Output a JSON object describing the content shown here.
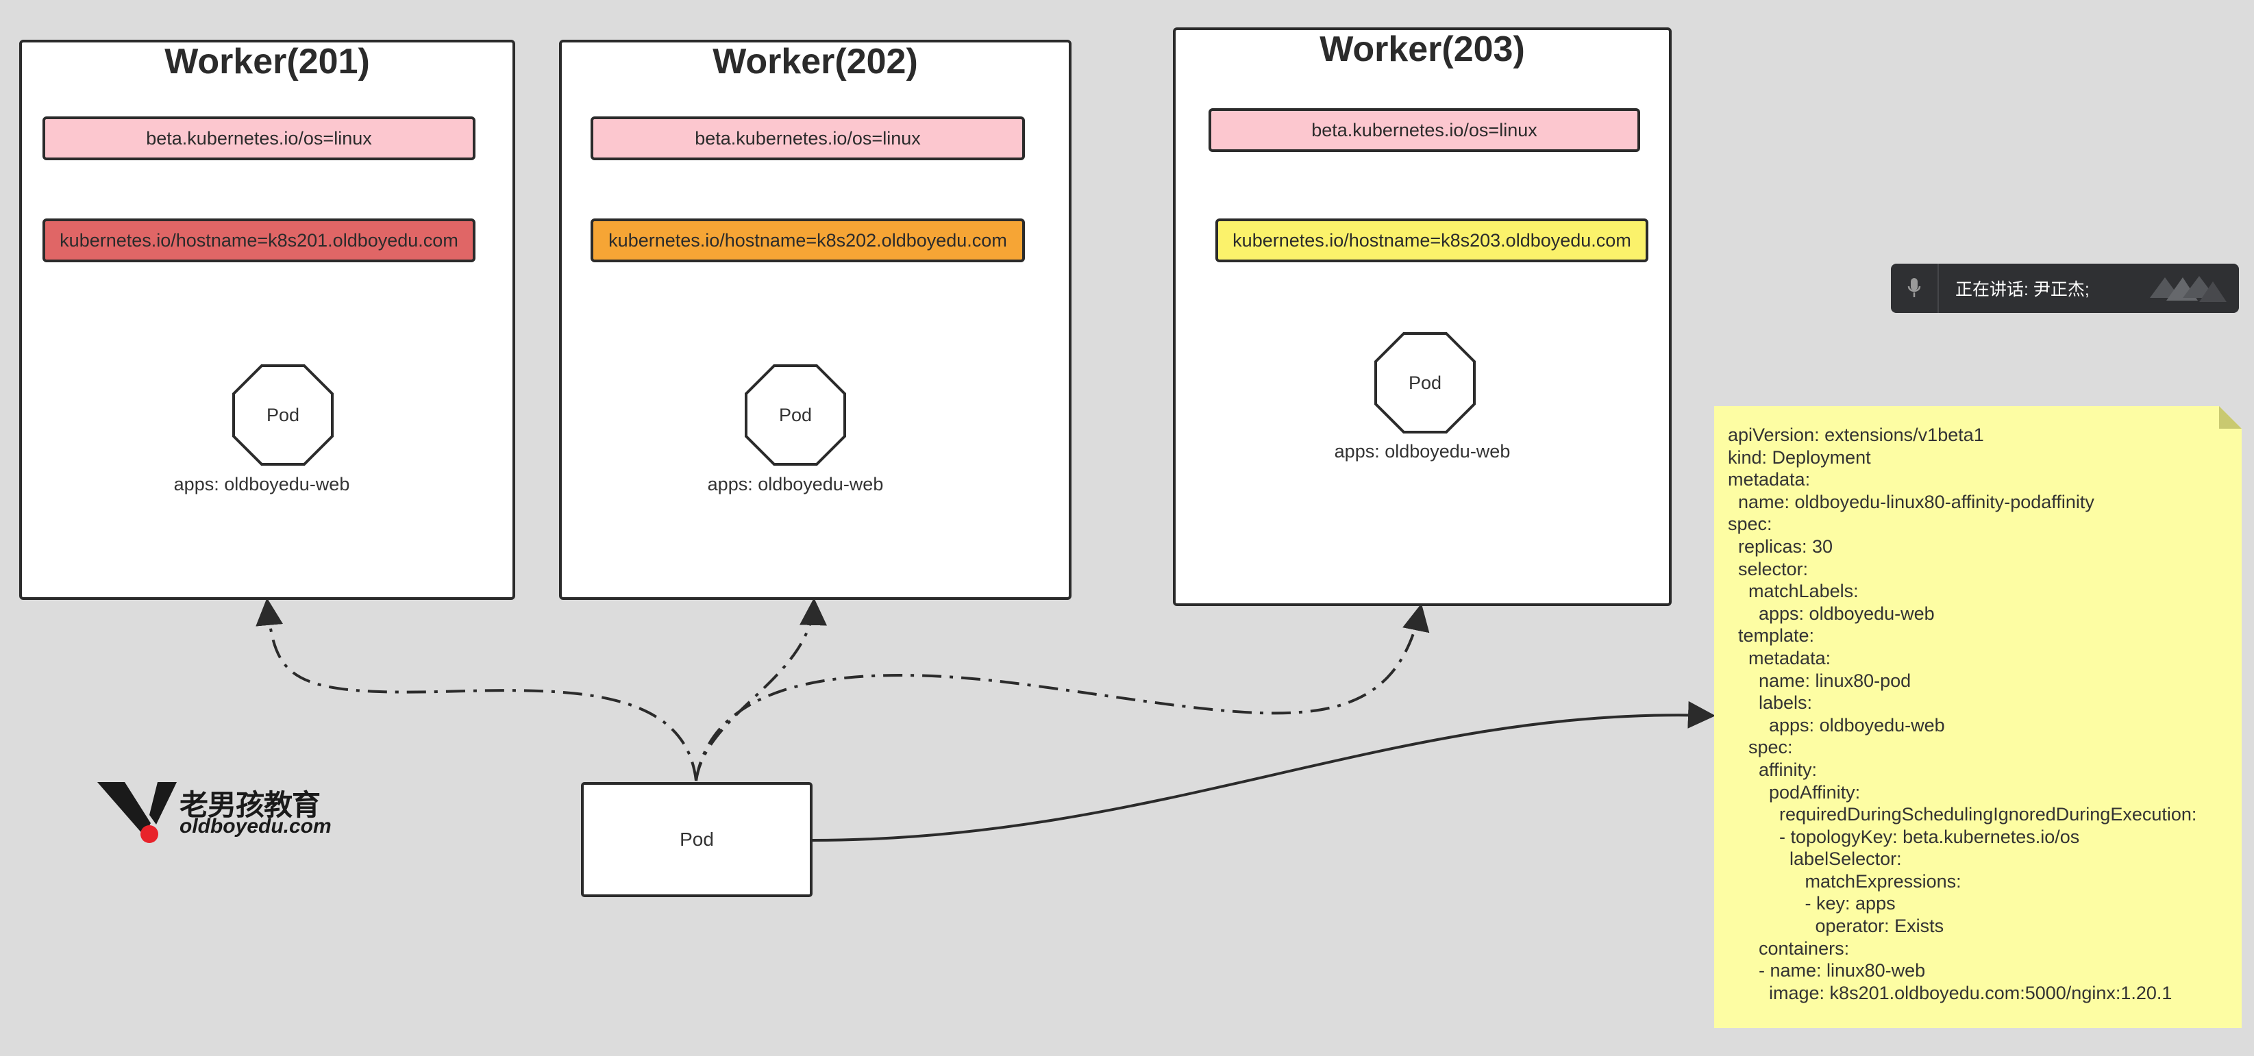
{
  "workers": [
    {
      "title": "Worker(201)",
      "os_label": "beta.kubernetes.io/os=linux",
      "hostname_label": "kubernetes.io/hostname=k8s201.oldboyedu.com",
      "hostname_color": "#e06666",
      "pod_label": "Pod",
      "pod_caption": "apps: oldboyedu-web"
    },
    {
      "title": "Worker(202)",
      "os_label": "beta.kubernetes.io/os=linux",
      "hostname_label": "kubernetes.io/hostname=k8s202.oldboyedu.com",
      "hostname_color": "#f6a535",
      "pod_label": "Pod",
      "pod_caption": "apps: oldboyedu-web"
    },
    {
      "title": "Worker(203)",
      "os_label": "beta.kubernetes.io/os=linux",
      "hostname_label": "kubernetes.io/hostname=k8s203.oldboyedu.com",
      "hostname_color": "#fbf26b",
      "pod_label": "Pod",
      "pod_caption": "apps: oldboyedu-web"
    }
  ],
  "os_label_color": "#fcc7cf",
  "new_pod": {
    "label": "Pod"
  },
  "yaml_lines": [
    "apiVersion: extensions/v1beta1",
    "kind: Deployment",
    "metadata:",
    "  name: oldboyedu-linux80-affinity-podaffinity",
    "spec:",
    "  replicas: 30",
    "  selector:",
    "    matchLabels:",
    "      apps: oldboyedu-web",
    "  template:",
    "    metadata:",
    "      name: linux80-pod",
    "      labels:",
    "        apps: oldboyedu-web",
    "    spec:",
    "      affinity:",
    "        podAffinity:",
    "          requiredDuringSchedulingIgnoredDuringExecution:",
    "          - topologyKey: beta.kubernetes.io/os",
    "            labelSelector:",
    "               matchExpressions:",
    "               - key: apps",
    "                 operator: Exists",
    "      containers:",
    "      - name: linux80-web",
    "        image: k8s201.oldboyedu.com:5000/nginx:1.20.1"
  ],
  "speaking_indicator": {
    "text": "正在讲话: 尹正杰;",
    "icon": "microphone-icon"
  },
  "logo": {
    "name": "老男孩教育",
    "url": "oldboyedu.com"
  },
  "colors": {
    "background": "#dcdcdc",
    "note_yellow": "#fdfda3",
    "stroke": "#2b2b2b"
  }
}
